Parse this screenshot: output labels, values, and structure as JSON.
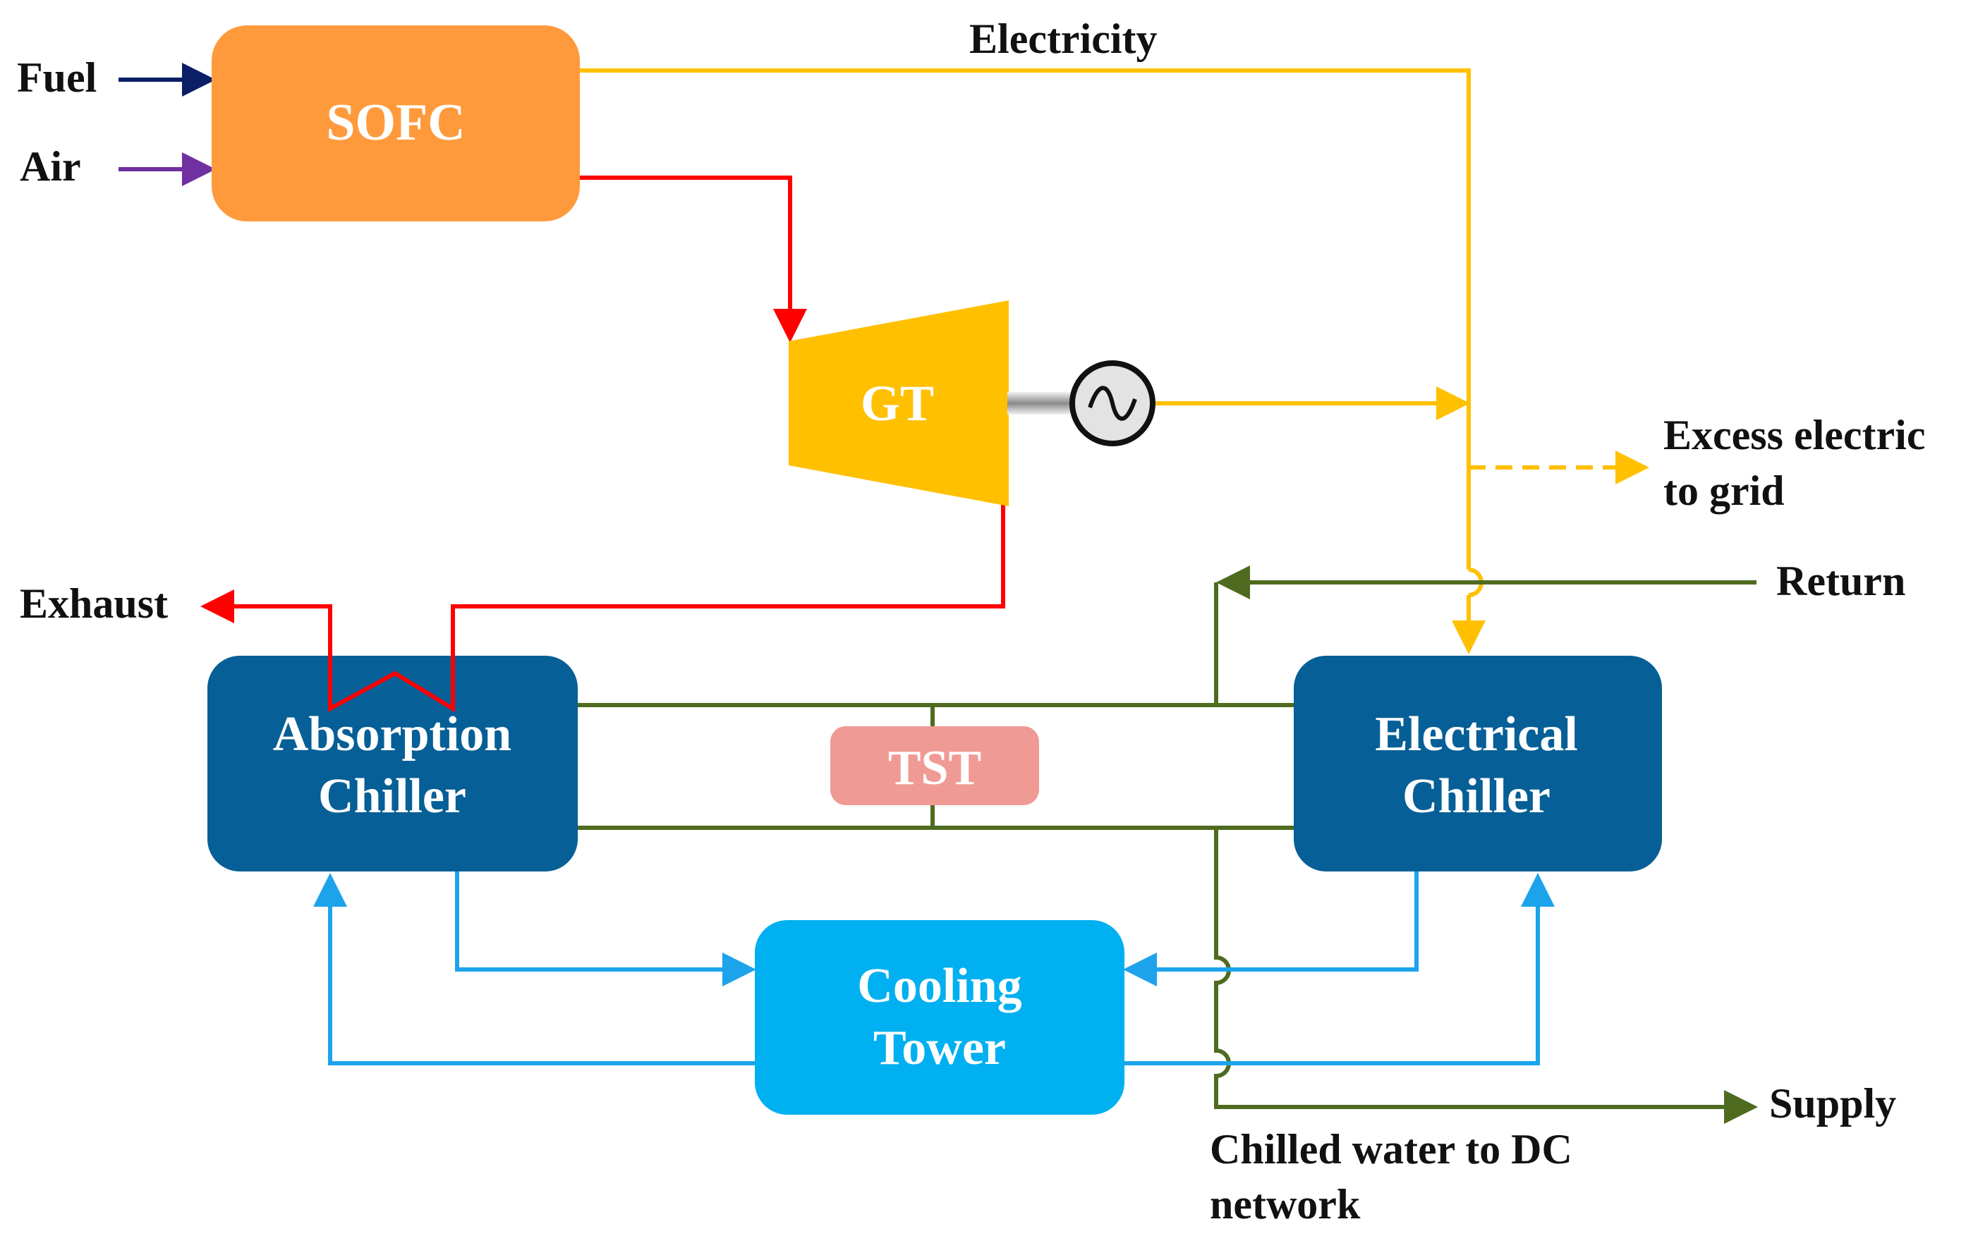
{
  "nodes": {
    "sofc": {
      "label": "SOFC",
      "color": "#FF9A3C"
    },
    "gt": {
      "label": "GT",
      "color": "#FFC000"
    },
    "absorption_chiller": {
      "label_line1": "Absorption",
      "label_line2": "Chiller",
      "color": "#065F96"
    },
    "electrical_chiller": {
      "label_line1": "Electrical",
      "label_line2": "Chiller",
      "color": "#065F96"
    },
    "tst": {
      "label": "TST",
      "color": "#F09A96"
    },
    "cooling_tower": {
      "label_line1": "Cooling",
      "label_line2": "Tower",
      "color": "#00B0F0"
    }
  },
  "labels": {
    "fuel": "Fuel",
    "air": "Air",
    "electricity": "Electricity",
    "excess_line1": "Excess electric",
    "excess_line2": "to grid",
    "exhaust": "Exhaust",
    "return": "Return",
    "supply": "Supply",
    "chilled_line1": "Chilled water to DC",
    "chilled_line2": "network"
  },
  "colors": {
    "fuel_flow": "#0B1F66",
    "air_flow": "#7030A0",
    "heat_flow": "#FF0000",
    "electric_flow": "#FFC000",
    "chilled_water_flow": "#4E6B1F",
    "cooling_water_flow": "#1CA3EC"
  },
  "icons": {
    "generator": "generator-icon"
  }
}
